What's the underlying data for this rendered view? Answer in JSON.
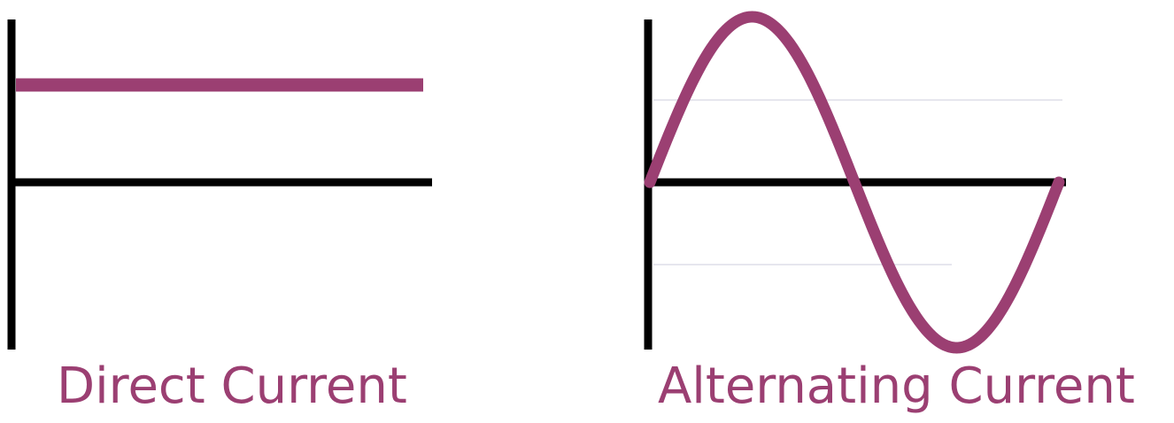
{
  "colors": {
    "background": "#ffffff",
    "axis": "#000000",
    "signal": "#9b3f72",
    "caption": "#9b3f72",
    "faint_grid": "#e6e6ee"
  },
  "panels": {
    "direct_current": {
      "caption": "Direct Current",
      "waveform": "constant",
      "level": 0.5
    },
    "alternating_current": {
      "caption": "Alternating Current",
      "waveform": "sine",
      "cycles": 1
    }
  }
}
